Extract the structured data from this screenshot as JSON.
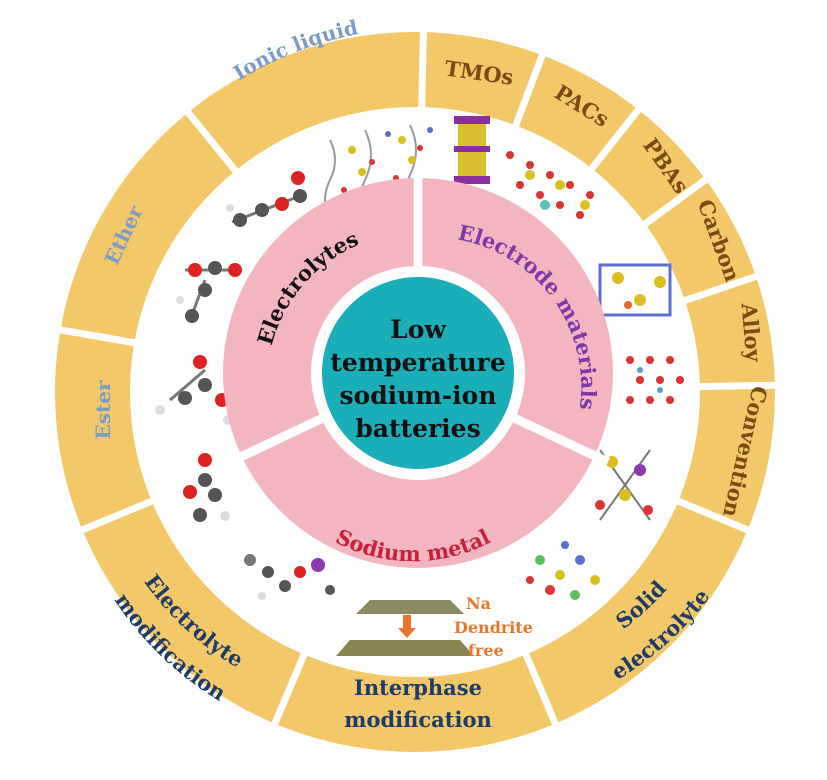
{
  "center": {
    "lines": [
      "Low",
      "temperature",
      "sodium-ion",
      "batteries"
    ]
  },
  "middle_ring": {
    "electrolytes": "Electrolytes",
    "electrode_materials": "Electrode materials",
    "sodium_metal": "Sodium metal"
  },
  "outer_ring": {
    "tmos": "TMOs",
    "pacs": "PACs",
    "pbas": "PBAs",
    "carbon": "Carbon",
    "alloy": "Alloy",
    "conversion": "Convention",
    "solid_electrolyte_1": "Solid",
    "solid_electrolyte_2": "electrolyte",
    "interphase_1": "Interphase",
    "interphase_2": "modification",
    "electrolyte_mod_1": "Electrolyte",
    "electrolyte_mod_2": "modification",
    "ester": "Ester",
    "ether": "Ether",
    "ionic_liquid": "Ionic liquid"
  },
  "dendrite": {
    "na": "Na",
    "dendrite": "Dendrite",
    "free": "free"
  },
  "colors": {
    "outer_ring": "#f2c869",
    "middle_ring": "#f3b6c0",
    "center": "#1aaeb9",
    "gap": "#ffffff",
    "electrolytes_text": "#111111",
    "electrode_text": "#7b3aa8",
    "sodium_text": "#c8203a"
  }
}
